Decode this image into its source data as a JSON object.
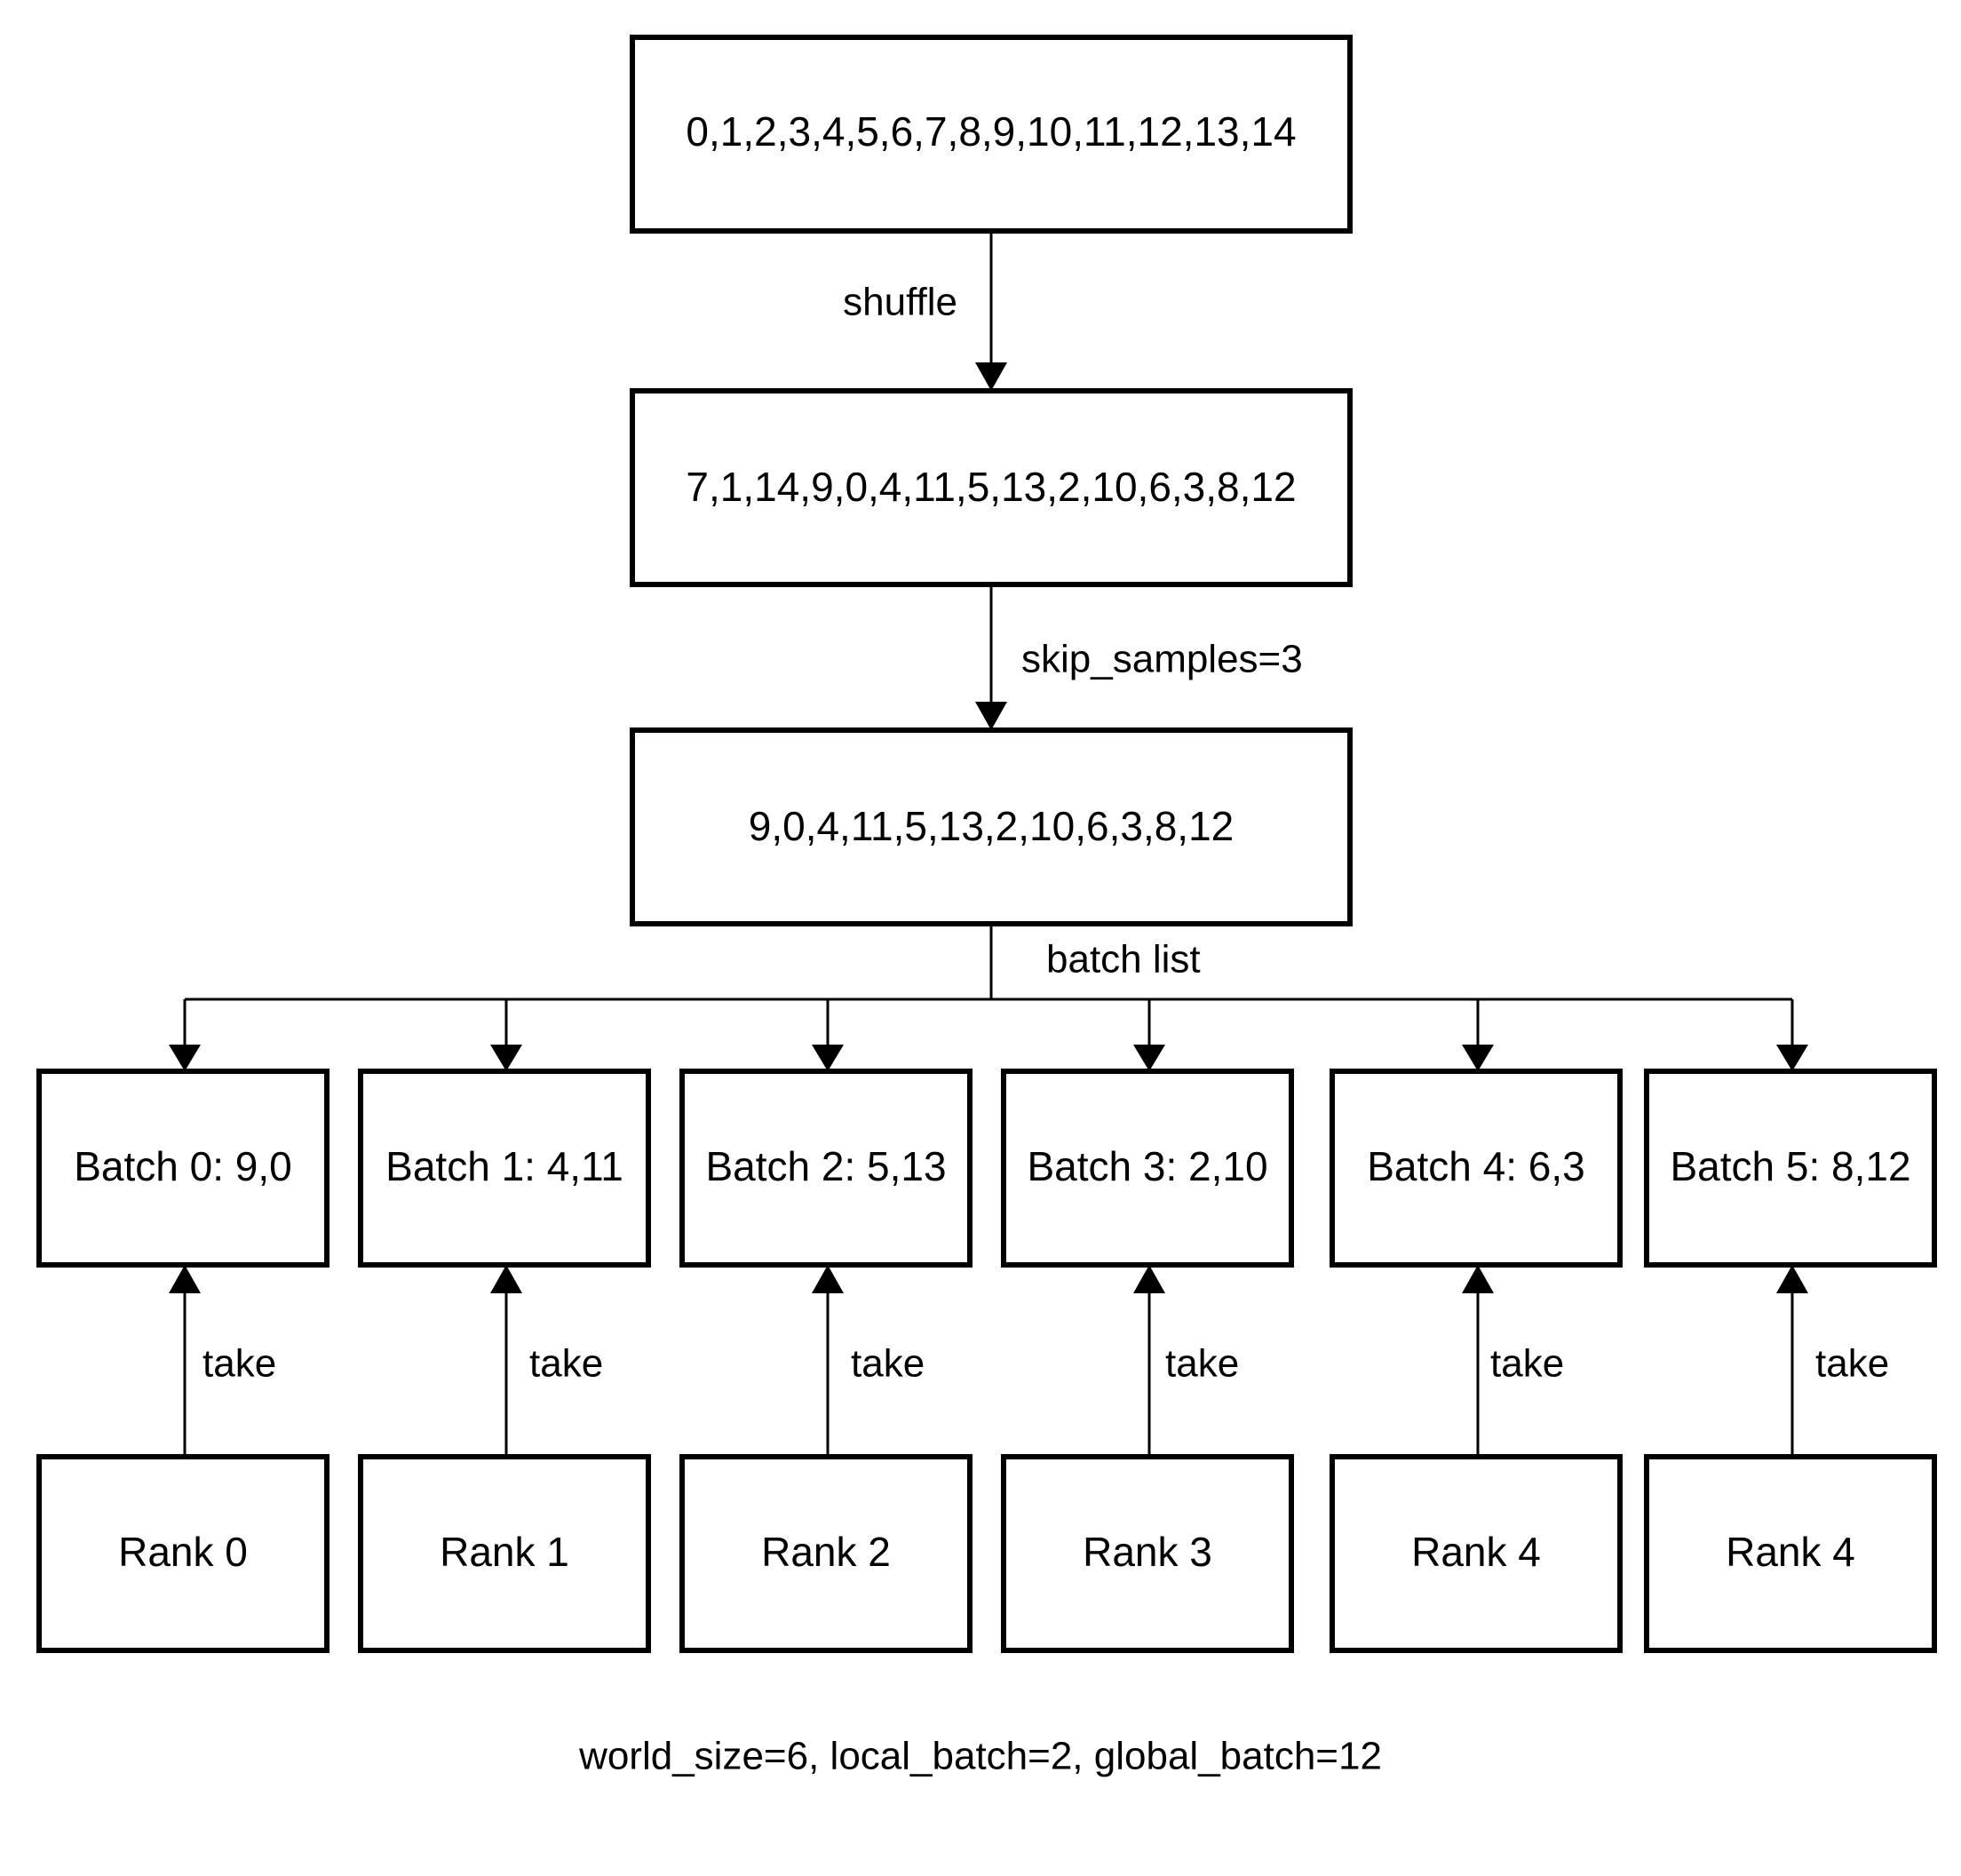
{
  "diagram": {
    "nodes": {
      "full_list": "0,1,2,3,4,5,6,7,8,9,10,11,12,13,14",
      "shuffled_list": "7,1,14,9,0,4,11,5,13,2,10,6,3,8,12",
      "skipped_list": "9,0,4,11,5,13,2,10,6,3,8,12",
      "batches": [
        "Batch 0: 9,0",
        "Batch 1: 4,11",
        "Batch 2: 5,13",
        "Batch 3: 2,10",
        "Batch 4: 6,3",
        "Batch 5: 8,12"
      ],
      "ranks": [
        "Rank 0",
        "Rank 1",
        "Rank 2",
        "Rank 3",
        "Rank 4",
        "Rank 4"
      ]
    },
    "edge_labels": {
      "shuffle": "shuffle",
      "skip": "skip_samples=3",
      "batch_list": "batch list",
      "take": "take"
    },
    "caption": "world_size=6, local_batch=2, global_batch=12"
  }
}
